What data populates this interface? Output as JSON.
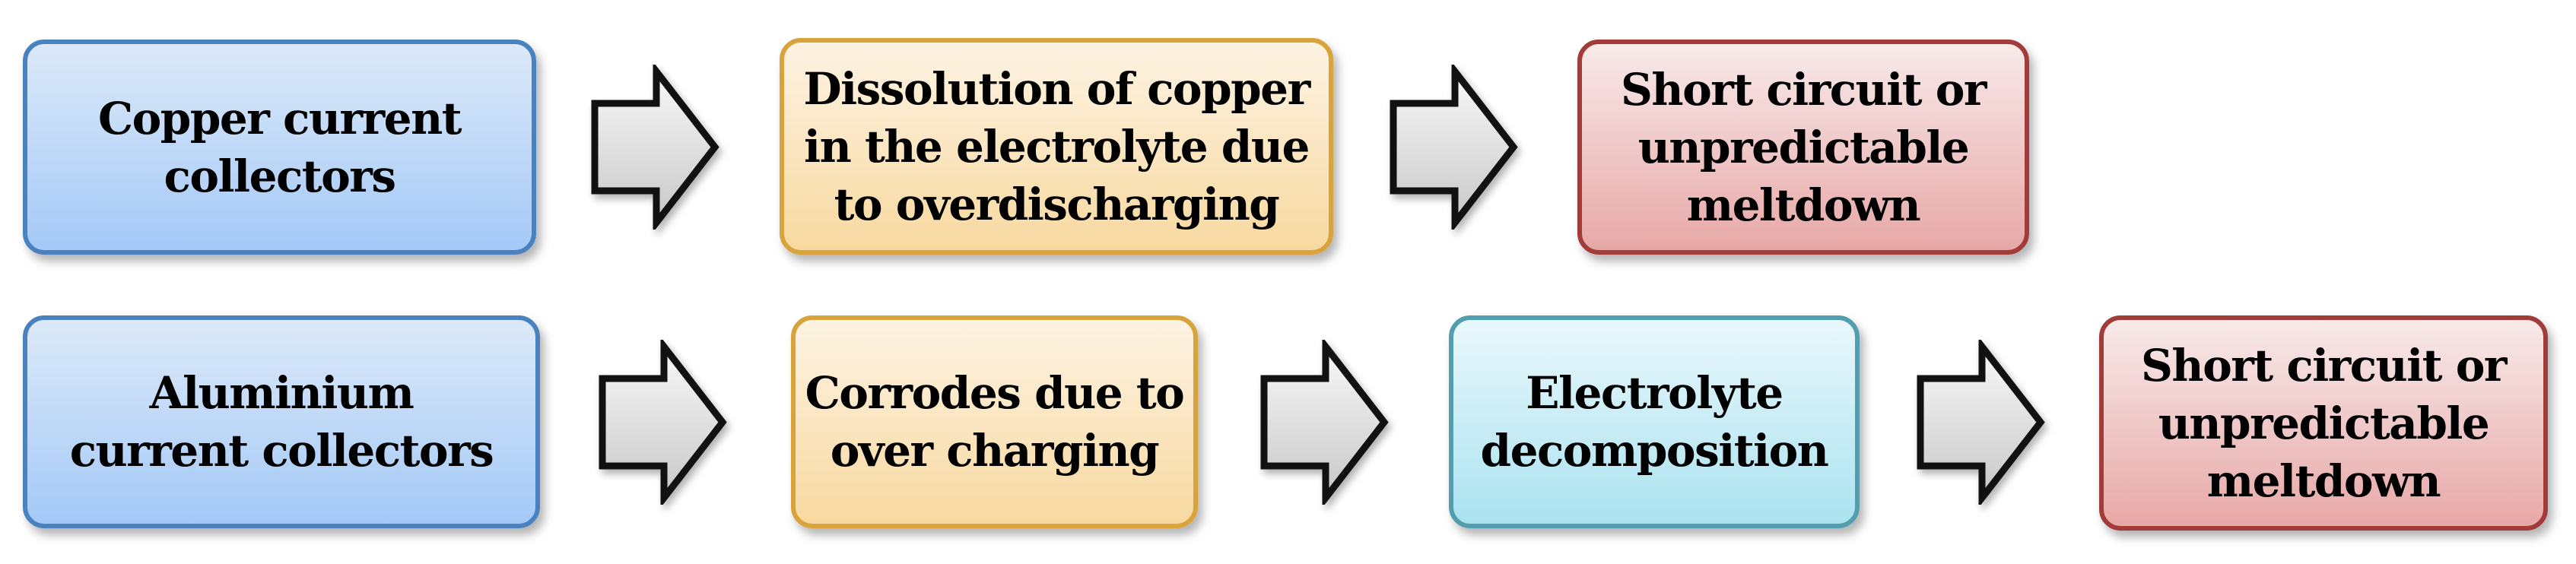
{
  "colors": {
    "background": "#ffffff",
    "blue_fill_top": "#dce9f8",
    "blue_fill_bottom": "#a4c9f7",
    "blue_border": "#4a82bf",
    "orange_fill_top": "#fdf3e3",
    "orange_fill_bottom": "#f8d9a0",
    "orange_border": "#d9a33c",
    "red_fill_top": "#f8eaea",
    "red_fill_bottom": "#e7a8a7",
    "red_border": "#a13c3a",
    "cyan_fill_top": "#e9f7fb",
    "cyan_fill_bottom": "#abe3f0",
    "cyan_border": "#539eae",
    "arrow_fill_top": "#f8f8f8",
    "arrow_fill_bottom": "#c8c8c8",
    "arrow_border": "#111111",
    "text": "#000000"
  },
  "diagram": {
    "type": "flowchart",
    "rows": [
      {
        "name": "copper-row",
        "items": [
          {
            "kind": "box",
            "theme": "blue",
            "label": "Copper current collectors",
            "lines": [
              "Copper current",
              "collectors"
            ]
          },
          {
            "kind": "arrow",
            "icon": "right-arrow"
          },
          {
            "kind": "box",
            "theme": "orange",
            "label": "Dissolution of copper in the electrolyte due to overdischarging",
            "lines": [
              "Dissolution of copper",
              "in the electrolyte due",
              "to overdischarging"
            ]
          },
          {
            "kind": "arrow",
            "icon": "right-arrow"
          },
          {
            "kind": "box",
            "theme": "red",
            "label": "Short circuit or unpredictable meltdown",
            "lines": [
              "Short circuit or",
              "unpredictable",
              "meltdown"
            ]
          }
        ]
      },
      {
        "name": "aluminium-row",
        "items": [
          {
            "kind": "box",
            "theme": "blue",
            "label": "Aluminium current collectors",
            "lines": [
              "Aluminium",
              "current collectors"
            ]
          },
          {
            "kind": "arrow",
            "icon": "right-arrow"
          },
          {
            "kind": "box",
            "theme": "orange",
            "label": "Corrodes due to over charging",
            "lines": [
              "Corrodes due to",
              "over charging"
            ]
          },
          {
            "kind": "arrow",
            "icon": "right-arrow"
          },
          {
            "kind": "box",
            "theme": "cyan",
            "label": "Electrolyte decomposition",
            "lines": [
              "Electrolyte",
              "decomposition"
            ]
          },
          {
            "kind": "arrow",
            "icon": "right-arrow"
          },
          {
            "kind": "box",
            "theme": "red",
            "label": "Short circuit or unpredictable meltdown",
            "lines": [
              "Short circuit or",
              "unpredictable",
              "meltdown"
            ]
          }
        ]
      }
    ]
  }
}
